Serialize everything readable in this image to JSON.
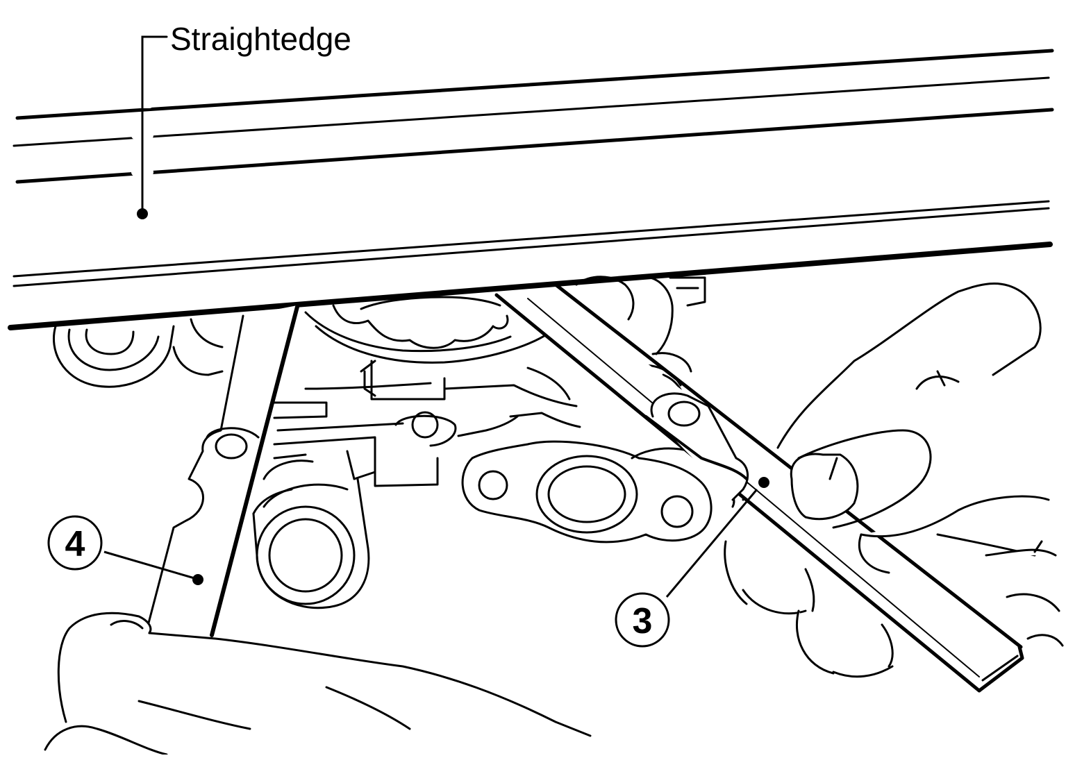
{
  "labels": {
    "straightedge": "Straightedge",
    "callout_3": "3",
    "callout_4": "4"
  },
  "colors": {
    "ink": "#000000",
    "paper": "#ffffff"
  }
}
